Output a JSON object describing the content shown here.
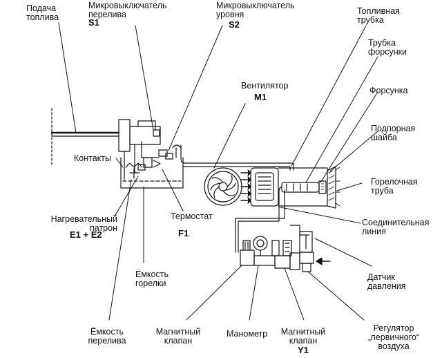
{
  "labels": {
    "fuel_supply": [
      "Подача",
      "топлива"
    ],
    "overflow_microswitch": [
      "Микровыключатель",
      "перелива"
    ],
    "overflow_microswitch_code": "S1",
    "level_microswitch": [
      "Микровыключатель",
      "уровня"
    ],
    "level_microswitch_code": "S2",
    "fuel_pipe": [
      "Топливная",
      "трубка"
    ],
    "nozzle_pipe": [
      "Трубка",
      "форсунки"
    ],
    "fan": [
      "Вентилятор"
    ],
    "fan_code": "M1",
    "nozzle": [
      "Форсунка"
    ],
    "baffle_disc": [
      "Подпорная",
      "шайба"
    ],
    "contacts": [
      "Контакты"
    ],
    "burner_tube": [
      "Горелочная",
      "труба"
    ],
    "heating_cartridge": [
      "Нагревательный",
      "патрон"
    ],
    "heating_cartridge_code": "E1 + E2",
    "thermostat": [
      "Термостат"
    ],
    "thermostat_code": "F1",
    "connecting_line": [
      "Соединительная",
      "линия"
    ],
    "burner_reservoir": [
      "Ёмкость",
      "горелки"
    ],
    "pressure_sensor": [
      "Датчик",
      "давления"
    ],
    "overflow_reservoir": [
      "Ёмкость",
      "перелива"
    ],
    "solenoid_valve_1": [
      "Магнитный",
      "клапан"
    ],
    "manometer": [
      "Манометр"
    ],
    "solenoid_valve_2": [
      "Магнитный",
      "клапан"
    ],
    "solenoid_valve_2_code": "Y1",
    "primary_air_regulator": [
      "Регулятор",
      "„первичного“",
      "воздуха"
    ]
  },
  "colors": {
    "ink": "#111111",
    "background": "#ffffff"
  }
}
